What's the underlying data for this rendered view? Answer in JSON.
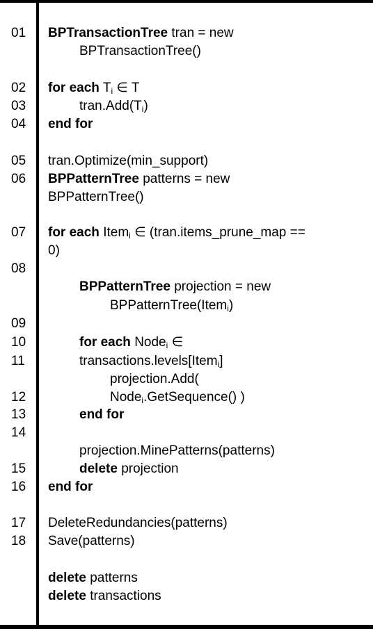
{
  "line_numbers": [
    "01",
    "02",
    "03",
    "04",
    "05",
    "06",
    "07",
    "08",
    "09",
    "10",
    "11",
    "12",
    "13",
    "14",
    "15",
    "16",
    "17",
    "18"
  ],
  "code": {
    "l1a_kw": "BPTransactionTree",
    "l1a_rest": " tran = new",
    "l1b": "BPTransactionTree()",
    "l2_kw": "for each",
    "l2_T": " T",
    "l2_sub": "i",
    "l2_rest": " ∈ T",
    "l3_pre": "tran.Add(T",
    "l3_sub": "i",
    "l3_post": ")",
    "l4_kw": "end for",
    "l5": "tran.Optimize(min_support)",
    "l6_kw": "BPPatternTree",
    "l6_rest": " patterns = new",
    "l6b": "BPPatternTree()",
    "l7_kw": "for each",
    "l7_item": " Item",
    "l7_sub": "i",
    "l7_rest": " ∈ (tran.items_prune_map ==",
    "l7b": "0)",
    "l8_kw": "BPPatternTree",
    "l8_rest": " projection = new",
    "l8b_pre": "BPPatternTree(Item",
    "l8b_sub": "i",
    "l8b_post": ")",
    "l9_kw": "for each",
    "l9_node": " Node",
    "l9_sub": "i",
    "l9_rest": " ∈",
    "l10_pre": "transactions.levels[Item",
    "l10_sub": "i",
    "l10_post": "]",
    "l11": "projection.Add(",
    "l12_pre": "Node",
    "l12_sub": "i",
    "l12_post": ".GetSequence() )",
    "l13_kw": "end for",
    "l14": "projection.MinePatterns(patterns)",
    "l15_kw": "delete",
    "l15_rest": " projection",
    "l16_kw": "end for",
    "l17": "DeleteRedundancies(patterns)",
    "l18": "Save(patterns)",
    "l19_kw": "delete",
    "l19_rest": " patterns",
    "l20_kw": "delete",
    "l20_rest": " transactions"
  }
}
